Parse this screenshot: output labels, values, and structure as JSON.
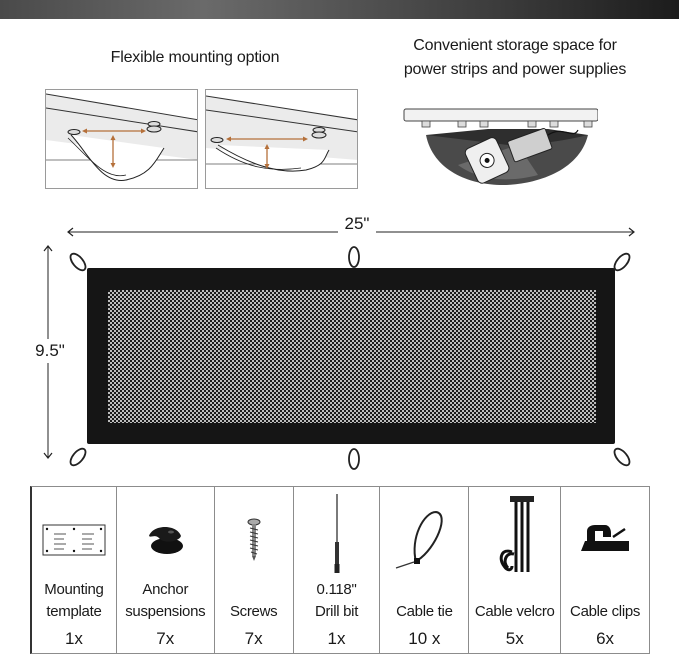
{
  "headings": {
    "mounting": "Flexible mounting option",
    "storage_line1": "Convenient storage space for",
    "storage_line2": "power strips and power supplies"
  },
  "figures": [
    {
      "name": "mounting-wide-sag",
      "description": "mesh hanging under desk with adjustable width/depth arrows"
    },
    {
      "name": "mounting-shallow-sag",
      "description": "mesh hanging under desk with narrower depth"
    },
    {
      "name": "storage-cross-section",
      "description": "power strip and adapter inside mesh under desk"
    }
  ],
  "dimensions": {
    "width": "25\"",
    "height": "9.5\""
  },
  "colors": {
    "accent_arrow": "#b5703a",
    "panel": "#151515",
    "border": "#8c8c8c"
  },
  "items": [
    {
      "icon": "mounting-template-icon",
      "label_line1": "Mounting",
      "label_line2": "template",
      "qty": "1x"
    },
    {
      "icon": "anchor-suspension-icon",
      "label_line1": "Anchor",
      "label_line2": "suspensions",
      "qty": "7x"
    },
    {
      "icon": "screw-icon",
      "label_line1": "",
      "label_line2": "Screws",
      "qty": "7x"
    },
    {
      "icon": "drill-bit-icon",
      "label_line1": "0.118\"",
      "label_line2": "Drill bit",
      "qty": "1x"
    },
    {
      "icon": "cable-tie-icon",
      "label_line1": "",
      "label_line2": "Cable tie",
      "qty": "10 x"
    },
    {
      "icon": "cable-velcro-icon",
      "label_line1": "",
      "label_line2": "Cable velcro",
      "qty": "5x"
    },
    {
      "icon": "cable-clip-icon",
      "label_line1": "",
      "label_line2": "Cable clips",
      "qty": "6x"
    }
  ]
}
